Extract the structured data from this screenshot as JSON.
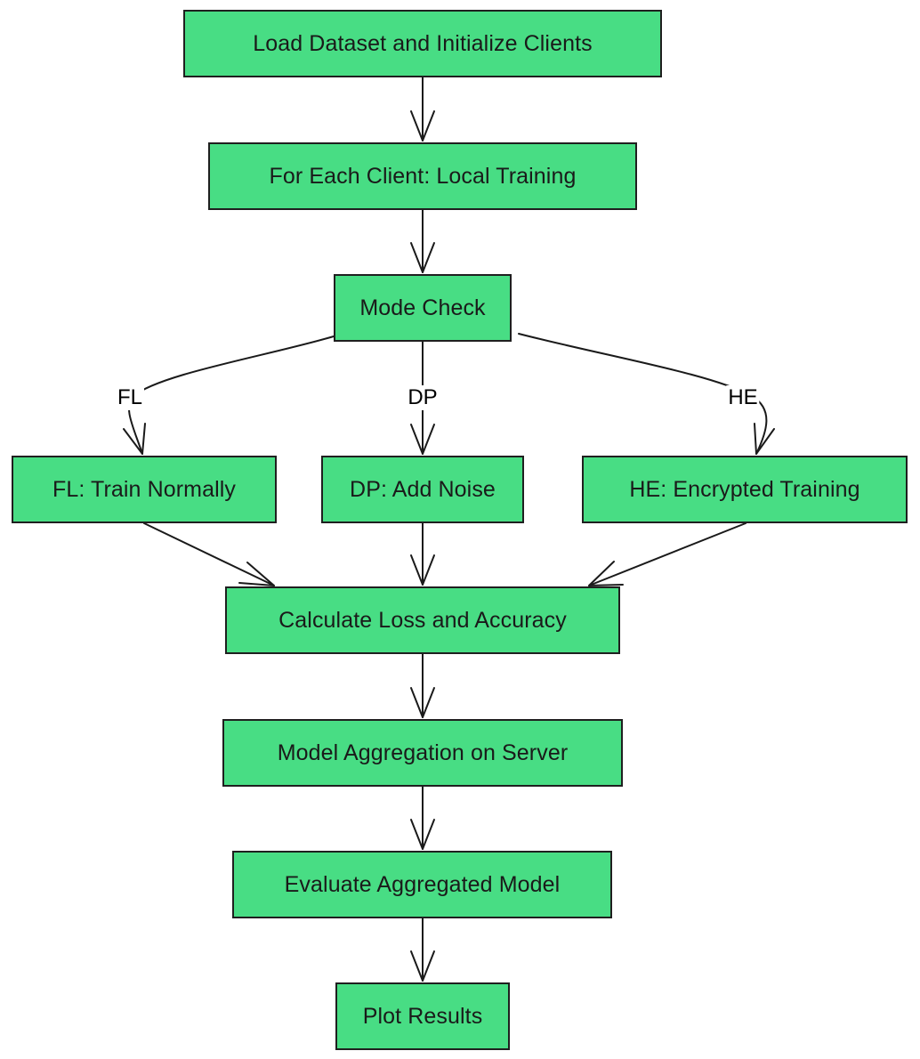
{
  "diagram": {
    "nodes": {
      "load_dataset": "Load Dataset and Initialize Clients",
      "local_training": "For Each Client: Local Training",
      "mode_check": "Mode Check",
      "fl_train": "FL: Train Normally",
      "dp_noise": "DP: Add Noise",
      "he_training": "HE: Encrypted Training",
      "calc_loss": "Calculate Loss and Accuracy",
      "aggregation": "Model Aggregation on Server",
      "evaluate": "Evaluate Aggregated Model",
      "plot_results": "Plot Results"
    },
    "edge_labels": {
      "fl": "FL",
      "dp": "DP",
      "he": "HE"
    },
    "colors": {
      "node_fill": "#48dd84",
      "node_border": "#1f1f1f",
      "edge": "#1a1a1a"
    }
  }
}
